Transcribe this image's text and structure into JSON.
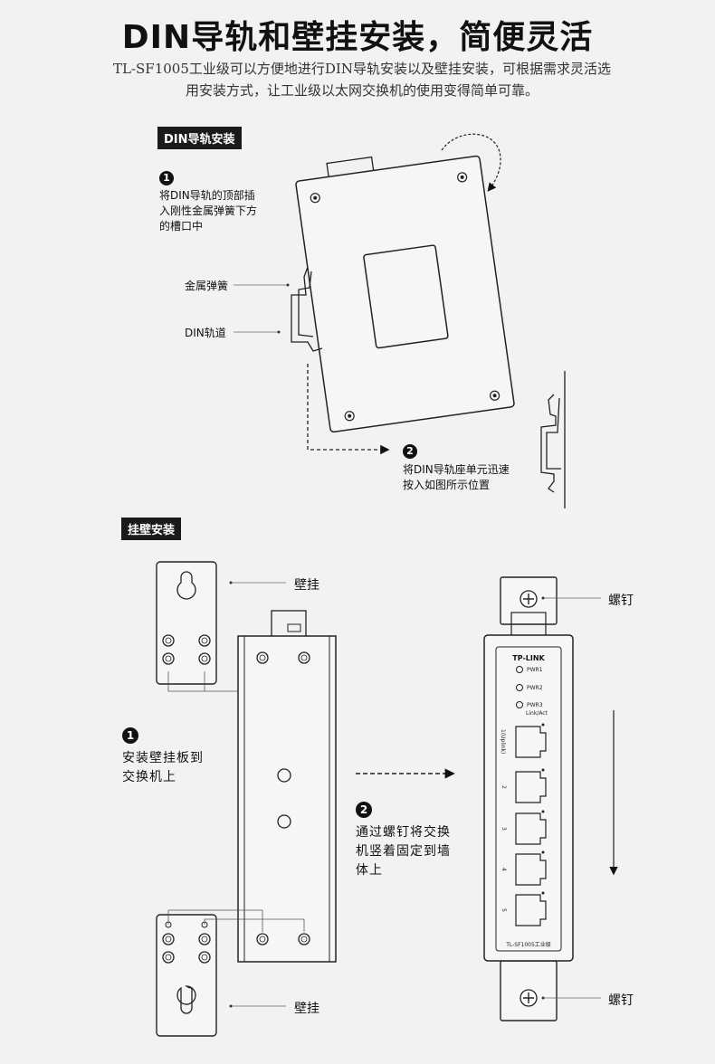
{
  "header": {
    "title": "DIN导轨和壁挂安装，简便灵活",
    "desc_line1": "TL-SF1005工业级可以方便地进行DIN导轨安装以及壁挂安装，可根据需求灵活选",
    "desc_line2": "用安装方式，让工业级以太网交换机的使用变得简单可靠。"
  },
  "din_section": {
    "tag": "DIN导轨安装",
    "step1_num": "1",
    "step1_lines": [
      "将DIN导轨的顶部插",
      "入刚性金属弹簧下方",
      "的槽口中"
    ],
    "label_spring": "金属弹簧",
    "label_rail": "DIN轨道",
    "step2_num": "2",
    "step2_lines": [
      "将DIN导轨座单元迅速",
      "按入如图所示位置"
    ]
  },
  "wall_section": {
    "tag": "挂壁安装",
    "label_bracket_top": "壁挂",
    "label_bracket_bottom": "壁挂",
    "step1_num": "1",
    "step1_lines": [
      "安装壁挂板到",
      "交换机上"
    ],
    "step2_num": "2",
    "step2_lines": [
      "通过螺钉将交换",
      "机竖着固定到墙",
      "体上"
    ],
    "label_screw_top": "螺钉",
    "label_screw_bottom": "螺钉"
  },
  "device": {
    "brand": "TP-LINK",
    "leds": [
      "PWR1",
      "PWR2",
      "PWR3"
    ],
    "link_label": "Link/Act",
    "ports": [
      "1(Uplink)",
      "2",
      "3",
      "4",
      "5"
    ],
    "model": "TL-SF1005工业级"
  }
}
